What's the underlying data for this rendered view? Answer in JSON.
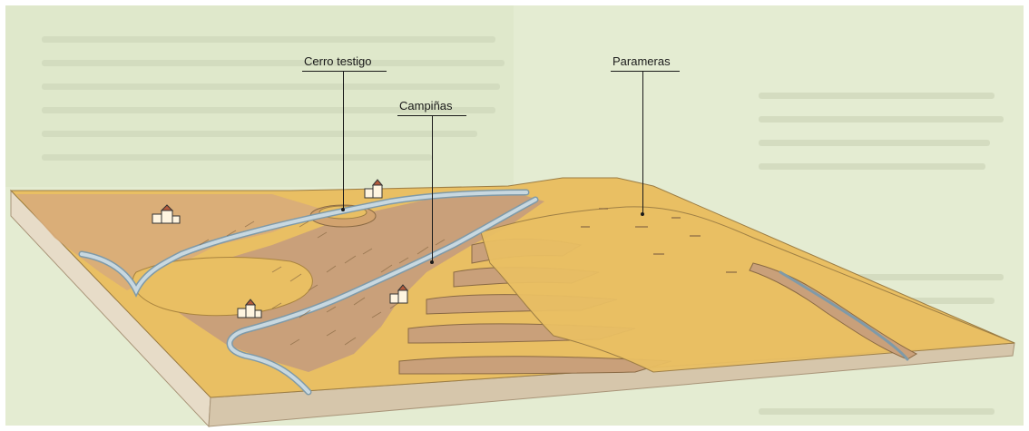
{
  "labels": {
    "cerro_testigo": "Cerro testigo",
    "campinas": "Campiñas",
    "parameras": "Parameras"
  },
  "colors": {
    "background": "#e4ecd2",
    "plateau": "#e9bf63",
    "valley": "#c9a07a",
    "slab_side": "#e7dcc8",
    "slab_front": "#d6c6ab",
    "river": "#c8d8e0",
    "river_edge": "#7f9aa8",
    "ink": "#1a1a1a"
  },
  "icons": [
    "village-icon",
    "village-icon",
    "village-icon",
    "village-icon"
  ]
}
